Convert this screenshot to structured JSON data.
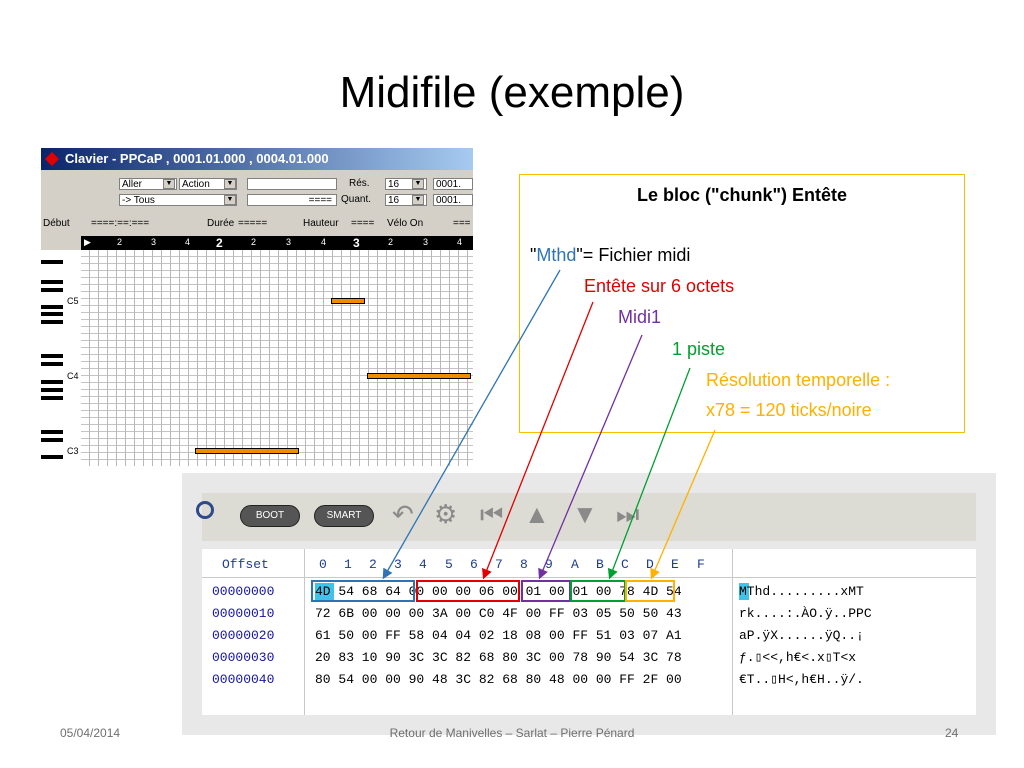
{
  "slide": {
    "title": "Midifile (exemple)",
    "footer_date": "05/04/2014",
    "footer_center": "Retour de Manivelles – Sarlat – Pierre Pénard",
    "page_number": "24"
  },
  "piano_roll": {
    "window_title": "Clavier - PPCaP , 0001.01.000 , 0004.01.000",
    "aller": "Aller",
    "action": "Action",
    "tous": "-> Tous",
    "equals_field": "====",
    "res_label": "Rés.",
    "res_value": "16",
    "quant_label": "Quant.",
    "quant_value": "16",
    "pos_1": "0001.",
    "pos_2": "0001.",
    "col_debut": "Début",
    "col_debut_val": "====:==:===",
    "col_duree": "Durée",
    "col_duree_val": "=====",
    "col_hauteur": "Hauteur",
    "col_hauteur_val": "====",
    "col_velo": "Vélo On",
    "col_velo_val": "===",
    "ruler": [
      "2",
      "3",
      "4",
      "2",
      "2",
      "3",
      "4",
      "3",
      "2",
      "3",
      "4"
    ],
    "key_labels": [
      "C5",
      "C4",
      "C3"
    ],
    "note_color": "#f08c00"
  },
  "info_box": {
    "heading": "Le bloc (\"chunk\") Entête",
    "mthd_quote_open": "\"",
    "mthd": "Mthd",
    "mthd_rest": "\"= Fichier midi",
    "entete": "Entête sur 6 octets",
    "midi1": "Midi1",
    "piste": "1 piste",
    "resolution": "Résolution temporelle :",
    "ticks": "x78 = 120 ticks/noire",
    "colors": {
      "mthd": "#2e74b5",
      "entete": "#e00000",
      "midi1": "#7030a0",
      "piste": "#00a030",
      "resolution": "#ffb000"
    }
  },
  "hex_editor": {
    "toolbar": {
      "boot": "BOOT",
      "smart": "SMART"
    },
    "offset_header": "Offset",
    "columns": [
      "0",
      "1",
      "2",
      "3",
      "4",
      "5",
      "6",
      "7",
      "8",
      "9",
      "A",
      "B",
      "C",
      "D",
      "E",
      "F"
    ],
    "offsets": [
      "00000000",
      "00000010",
      "00000020",
      "00000030",
      "00000040"
    ],
    "rows": [
      "4D 54 68 64 00 00 00 06 00 01 00 01 00 78 4D 54",
      "72 6B 00 00 00 3A 00 C0 4F 00 FF 03 05 50 50 43",
      "61 50 00 FF 58 04 04 02 18 08 00 FF 51 03 07 A1",
      "20 83 10 90 3C 3C 82 68 80 3C 00 78 90 54 3C 78",
      "80 54 00 00 90 48 3C 82 68 80 48 00 00 FF 2F 00"
    ],
    "ascii": [
      "MThd.........xMT",
      "rk....:.ÀO.ÿ..PPC",
      "aP.ÿX......ÿQ..¡",
      " ƒ.▯<<,h€<.x▯T<x",
      "€T..▯H<,h€H..ÿ/."
    ],
    "box_colors": {
      "mthd": "#2e74b5",
      "length": "#e00000",
      "format": "#7030a0",
      "tracks": "#00a030",
      "division": "#ffb000"
    }
  }
}
